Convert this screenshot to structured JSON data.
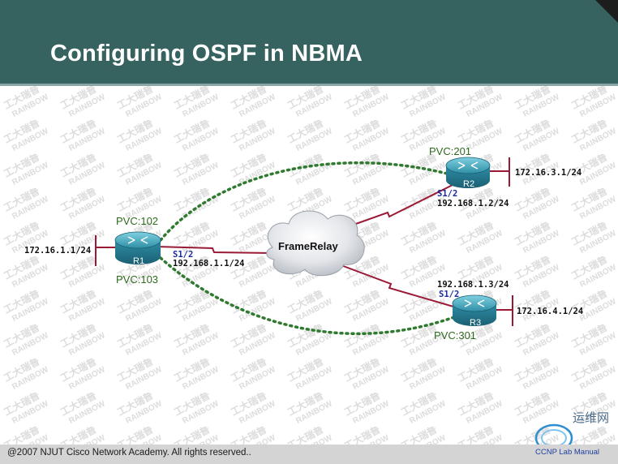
{
  "slide": {
    "title": "Configuring OSPF in NBMA",
    "footer": "@2007 NJUT Cisco Network Academy. All rights reserved..",
    "footer_right": "CCNP Lab Manual",
    "logo_text": "运维网"
  },
  "watermark": {
    "line1": "工大瑞普",
    "line2": "RAINBOW"
  },
  "diagram": {
    "cloud_label": "FrameRelay",
    "routers": {
      "r1": {
        "name": "R1",
        "pvc_top": "PVC:102",
        "pvc_bottom": "PVC:103",
        "lan_ip": "172.16.1.1/24",
        "serial_if": "S1/2",
        "serial_ip": "192.168.1.1/24"
      },
      "r2": {
        "name": "R2",
        "pvc": "PVC:201",
        "lan_ip": "172.16.3.1/24",
        "serial_if": "S1/2",
        "serial_ip": "192.168.1.2/24"
      },
      "r3": {
        "name": "R3",
        "pvc": "PVC:301",
        "lan_ip": "172.16.4.1/24",
        "serial_if": "S1/2",
        "serial_ip": "192.168.1.3/24"
      }
    },
    "colors": {
      "header": "#36625f",
      "pvc_line": "#2f7a2f",
      "serial_link": "#9a1a36",
      "router_body": "#2f8fa6",
      "interface_label": "#1a2aa0",
      "pvc_label": "#2f6a1f"
    }
  }
}
